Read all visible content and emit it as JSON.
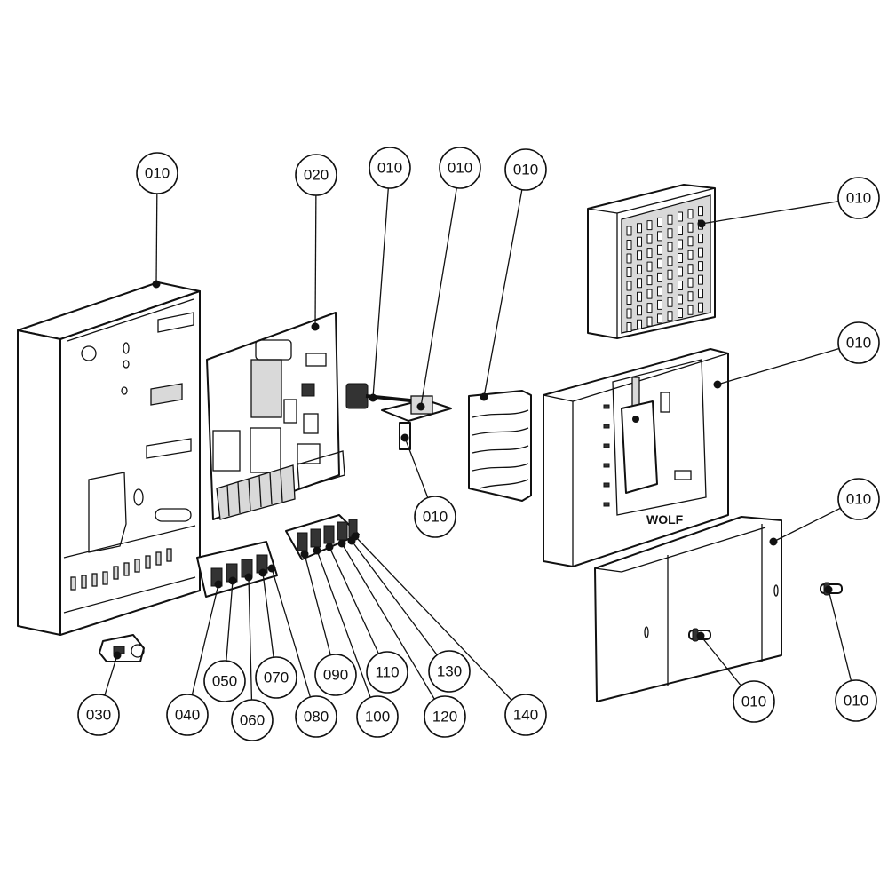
{
  "brand_logo": "WOLF",
  "callouts": [
    {
      "id": "c-housing-base",
      "label": "010"
    },
    {
      "id": "c-pcb",
      "label": "020"
    },
    {
      "id": "c-ribbon-cable",
      "label": "010"
    },
    {
      "id": "c-sensor-bracket",
      "label": "010"
    },
    {
      "id": "c-sensor-plug",
      "label": "010"
    },
    {
      "id": "c-light-guide",
      "label": "010"
    },
    {
      "id": "c-display-panel",
      "label": "010"
    },
    {
      "id": "c-front-cover",
      "label": "010"
    },
    {
      "id": "c-terminal-cover",
      "label": "010"
    },
    {
      "id": "c-screw-cover",
      "label": "010"
    },
    {
      "id": "c-screw-loose",
      "label": "010"
    },
    {
      "id": "c-cable-clip",
      "label": "030"
    },
    {
      "id": "c-term-040",
      "label": "040"
    },
    {
      "id": "c-term-050",
      "label": "050"
    },
    {
      "id": "c-term-060",
      "label": "060"
    },
    {
      "id": "c-term-070",
      "label": "070"
    },
    {
      "id": "c-term-080",
      "label": "080"
    },
    {
      "id": "c-term-090",
      "label": "090"
    },
    {
      "id": "c-term-100",
      "label": "100"
    },
    {
      "id": "c-term-110",
      "label": "110"
    },
    {
      "id": "c-term-120",
      "label": "120"
    },
    {
      "id": "c-term-130",
      "label": "130"
    },
    {
      "id": "c-term-140",
      "label": "140"
    }
  ]
}
